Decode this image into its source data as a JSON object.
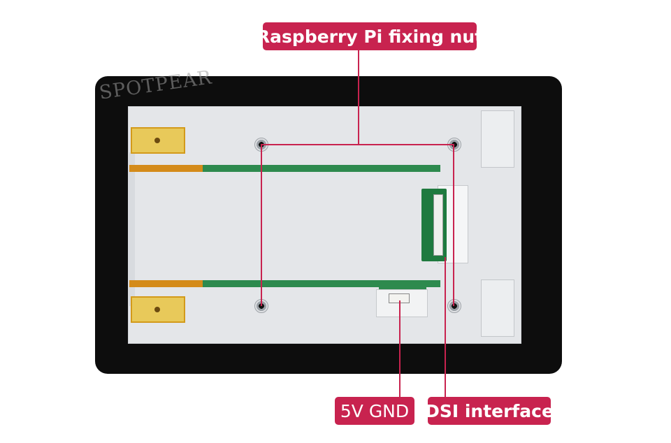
{
  "callouts": {
    "raspberry_pi_fixing_nut": "Raspberry Pi fixing nut",
    "power_5v_gnd": "5V GND",
    "dsi_interface": "DSI interface"
  },
  "watermark": "SPOTPEAR",
  "colors": {
    "callout_background": "#c8234f",
    "callout_text": "#ffffff",
    "bezel": "#0d0d0d",
    "back_plate": "#e4e6e9",
    "pcb": "#2d8a4e"
  }
}
